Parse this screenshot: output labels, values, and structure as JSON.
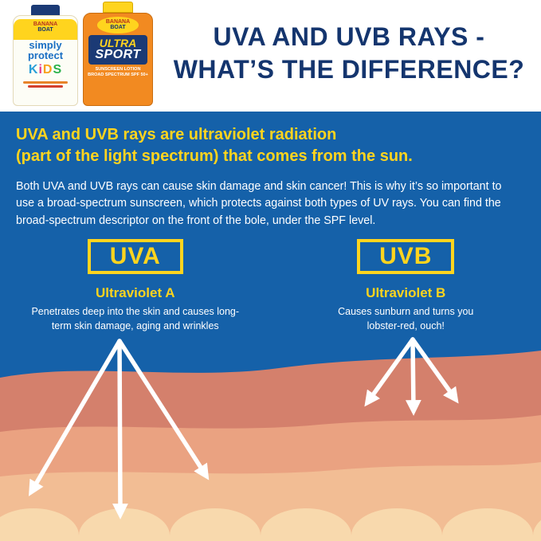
{
  "header": {
    "title_line1": "UVA AND UVB RAYS -",
    "title_line2": "WHAT’S THE DIFFERENCE?",
    "products": {
      "kids_bottle": {
        "brand_line1": "BANANA",
        "brand_line2": "BOAT",
        "line1": "simply",
        "line2": "protect",
        "kids": "KiDS"
      },
      "sport_bottle": {
        "brand_line1": "BANANA",
        "brand_line2": "BOAT",
        "line1": "ULTRA",
        "line2": "SPORT",
        "sub1": "SUNSCREEN LOTION",
        "sub2": "BROAD SPECTRUM SPF 50+"
      }
    }
  },
  "intro": {
    "headline_line1": "UVA and UVB rays are ultraviolet radiation",
    "headline_line2": "(part of the light spectrum) that comes from the sun.",
    "body": "Both UVA and UVB rays can cause skin damage and skin cancer! This is why it’s so important to use a broad-spectrum sunscreen, which protects against both types of UV rays. You can find the broad-spectrum descriptor on the front of the bole, under the SPF level."
  },
  "uva": {
    "box_label": "UVA",
    "subtitle": "Ultraviolet A",
    "description": "Penetrates deep into the skin and causes long-term skin damage, aging and wrinkles"
  },
  "uvb": {
    "box_label": "UVB",
    "subtitle": "Ultraviolet B",
    "description": "Causes sunburn and turns you lobster-red, ouch!"
  },
  "colors": {
    "blue_bg": "#1561a9",
    "title_navy": "#14356e",
    "yellow": "#ffd41e",
    "skin_1": "#d4806c",
    "skin_2": "#eaa281",
    "skin_3": "#f2bd94",
    "skin_4": "#f8d9ad",
    "orange_bottle": "#f28a21",
    "navy_panel": "#1b3a75"
  }
}
